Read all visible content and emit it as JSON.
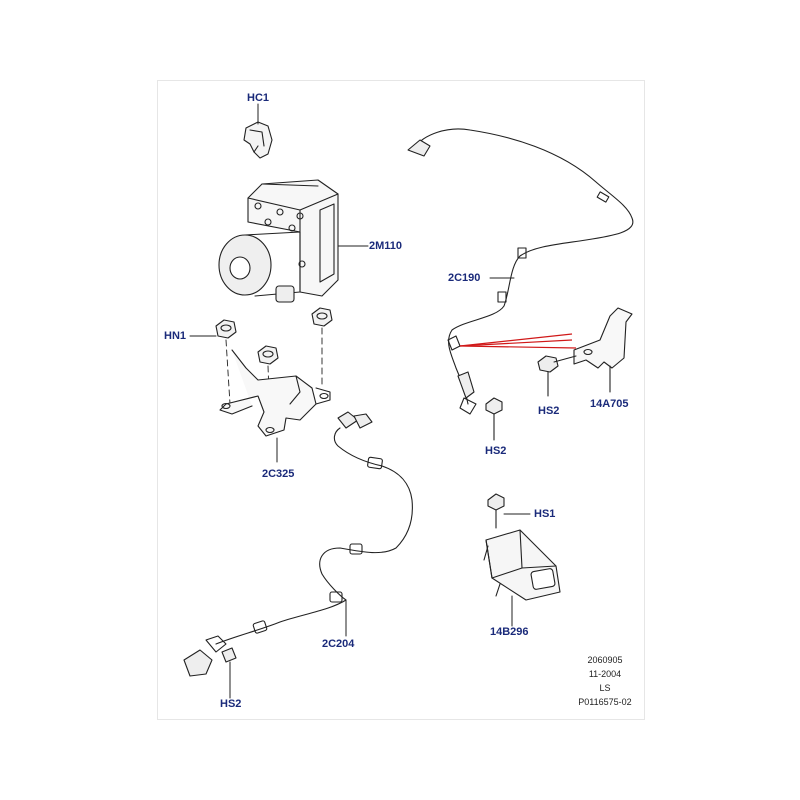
{
  "colors": {
    "callout_text": "#1a2a7a",
    "line_art": "#222222",
    "highlight_lines": "#d01818"
  },
  "callouts": {
    "hc1": "HC1",
    "m2110": "2M110",
    "hn1": "HN1",
    "c2325": "2C325",
    "c2190": "2C190",
    "hs2_sensor": "HS2",
    "hs2_bracket": "HS2",
    "a14705": "14A705",
    "hs1": "HS1",
    "b14296": "14B296",
    "c2204": "2C204",
    "hs2_front": "HS2"
  },
  "reference": {
    "number": "2060905",
    "date": "11-2004",
    "code": "LS",
    "part": "P0116575-02"
  }
}
